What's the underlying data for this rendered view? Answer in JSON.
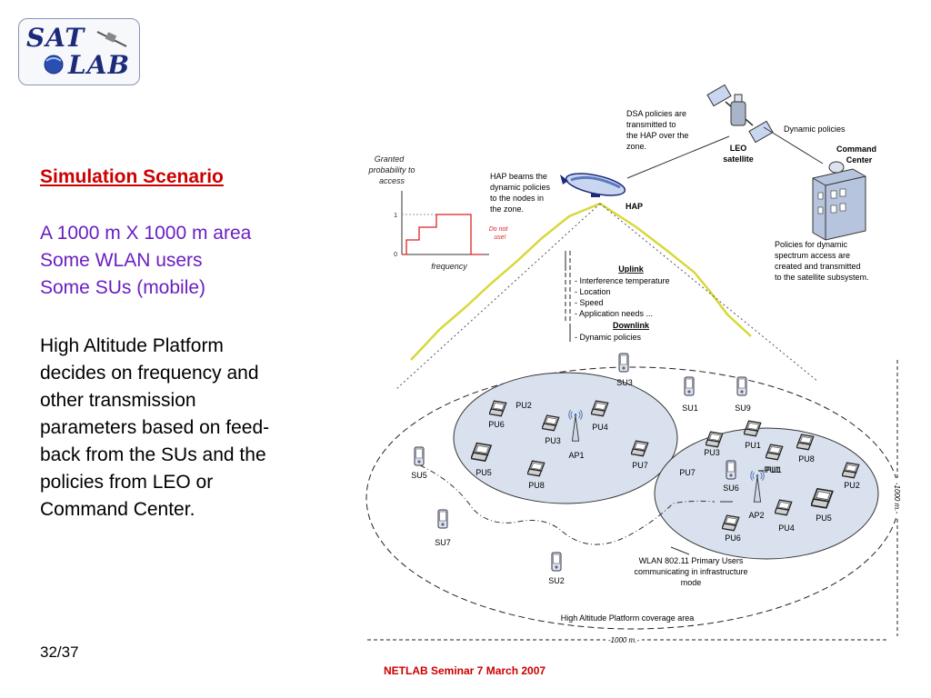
{
  "logo": {
    "line1": "SAT",
    "line2": "LAB"
  },
  "slide": {
    "title": "Simulation Scenario",
    "bullets": [
      "A 1000 m X 1000 m area",
      "Some WLAN users",
      "Some SUs (mobile)"
    ],
    "paragraph": [
      "High Altitude Platform",
      "decides on frequency and",
      "other transmission",
      "parameters based on feed-",
      "back from the SUs and the",
      "policies from LEO or",
      "Command Center."
    ],
    "page": "32/37",
    "footer": "NETLAB Seminar 7 March 2007"
  },
  "diagram": {
    "graph": {
      "ylabel": [
        "Granted",
        "probability to",
        "access"
      ],
      "xlabel": "frequency",
      "tick1": "1",
      "tick0": "0",
      "donotuse": [
        "Do not",
        "use!"
      ]
    },
    "hap_label": "HAP",
    "hap_note": [
      "HAP beams the",
      "dynamic policies",
      "to the nodes in",
      "the zone."
    ],
    "dsa_note": [
      "DSA policies  are",
      "transmitted to",
      "the HAP over the",
      "zone."
    ],
    "leo_label": [
      "LEO",
      "satellite"
    ],
    "dynamic_policies": "Dynamic policies",
    "command_center": [
      "Command",
      "Center"
    ],
    "policies_note": [
      "Policies for dynamic",
      "spectrum access are",
      "created and transmitted",
      "to the satellite subsystem."
    ],
    "uplink_title": "Uplink",
    "uplink_items": [
      "- Interference temperature",
      "- Location",
      "- Speed",
      "- Application needs ..."
    ],
    "downlink_title": "Downlink",
    "downlink_items": [
      "- Dynamic policies"
    ],
    "wlan_note": [
      "WLAN 802.11 Primary Users",
      "communicating in infrastructure",
      "mode"
    ],
    "coverage": "High Altitude Platform coverage area",
    "dim_h": "-1000 m.-",
    "dim_v": "-1000 m.-",
    "nodes": {
      "su3": "SU3",
      "su1": "SU1",
      "su9": "SU9",
      "su5": "SU5",
      "su7": "SU7",
      "su2": "SU2",
      "su6": "SU6",
      "pu2_a": "PU2",
      "pu6_a": "PU6",
      "pu3_a": "PU3",
      "pu4_a": "PU4",
      "ap1": "AP1",
      "pu7_a": "PU7",
      "pu5_a": "PU5",
      "pu8_a": "PU8",
      "pu3_b": "PU3",
      "pu1_b": "PU1",
      "pu1_c": "PU1",
      "pu8_b": "PU8",
      "pu7_b": "PU7",
      "pu2_b": "PU2",
      "ap2": "AP2",
      "pu4_b": "PU4",
      "pu5_b": "PU5",
      "pu6_b": "PU6"
    }
  }
}
